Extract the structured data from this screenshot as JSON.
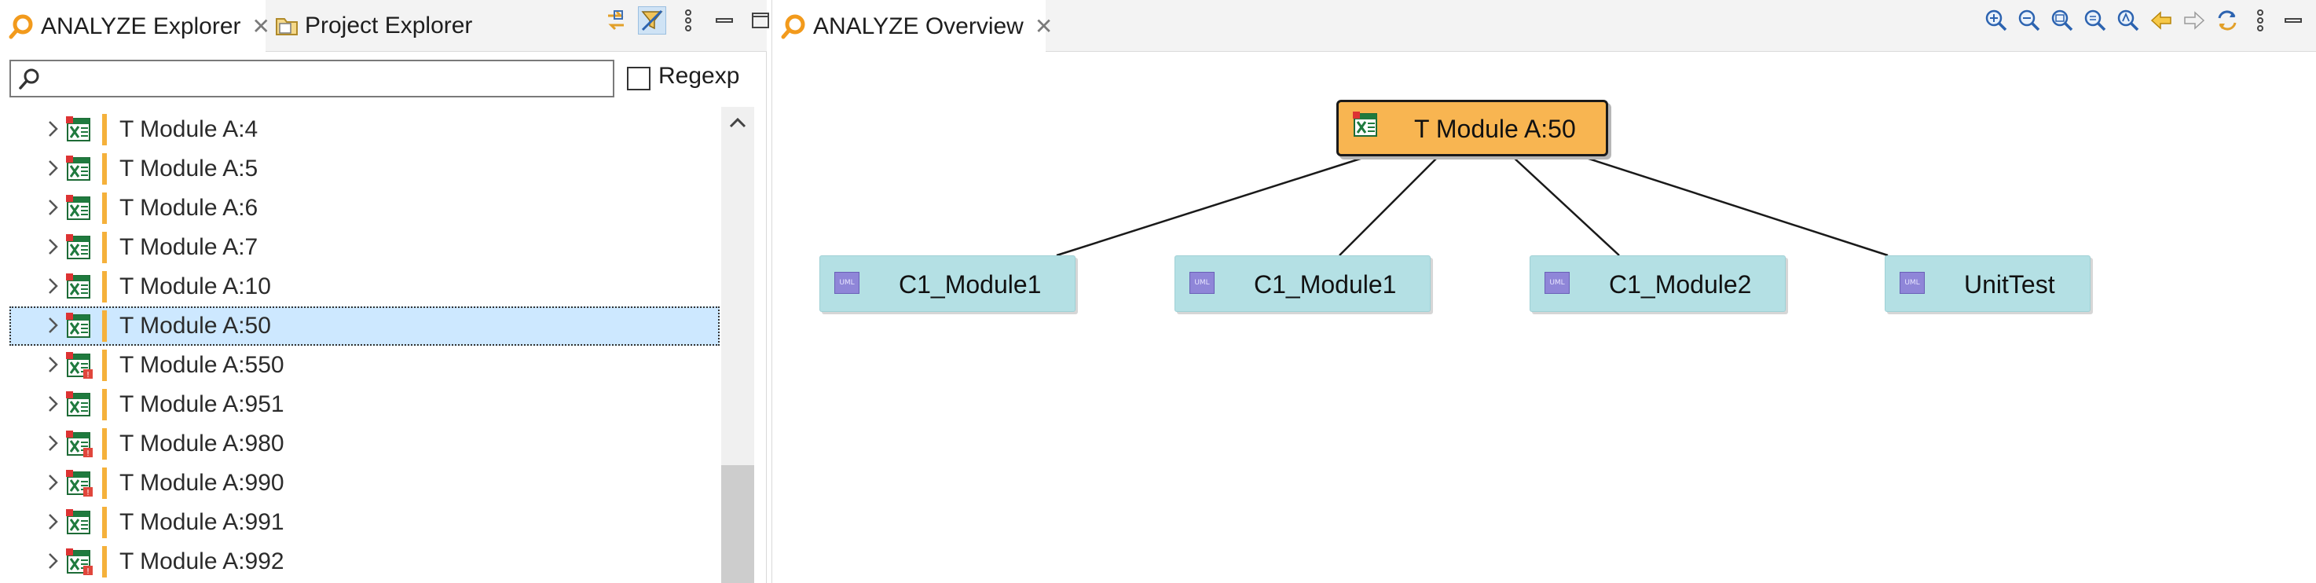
{
  "left_view": {
    "tabs": [
      {
        "label": "ANALYZE Explorer",
        "active": true,
        "icon": "analyze-icon"
      },
      {
        "label": "Project Explorer",
        "active": false,
        "icon": "project-folder-icon"
      }
    ],
    "filter": {
      "value": "",
      "placeholder": ""
    },
    "regexp_label": "Regexp",
    "tree_items": [
      {
        "label": "T Module A:4",
        "icon": "excel-module-icon",
        "selected": false
      },
      {
        "label": "T Module A:5",
        "icon": "excel-module-icon",
        "selected": false
      },
      {
        "label": "T Module A:6",
        "icon": "excel-module-icon",
        "selected": false
      },
      {
        "label": "T Module A:7",
        "icon": "excel-module-icon",
        "selected": false
      },
      {
        "label": "T Module A:10",
        "icon": "excel-module-icon",
        "selected": false
      },
      {
        "label": "T Module A:50",
        "icon": "excel-module-icon",
        "selected": true
      },
      {
        "label": "T Module A:550",
        "icon": "excel-module-warning-icon",
        "selected": false
      },
      {
        "label": "T Module A:951",
        "icon": "excel-module-icon",
        "selected": false
      },
      {
        "label": "T Module A:980",
        "icon": "excel-module-warning-icon",
        "selected": false
      },
      {
        "label": "T Module A:990",
        "icon": "excel-module-warning-icon",
        "selected": false
      },
      {
        "label": "T Module A:991",
        "icon": "excel-module-icon",
        "selected": false
      },
      {
        "label": "T Module A:992",
        "icon": "excel-module-warning-icon",
        "selected": false
      }
    ]
  },
  "right_view": {
    "tab": {
      "label": "ANALYZE Overview",
      "icon": "analyze-icon"
    },
    "toolbar_icons": [
      "zoom-in-icon",
      "zoom-out-icon",
      "zoom-fit-icon",
      "zoom-reset-icon",
      "zoom-selection-icon",
      "back-icon",
      "forward-icon",
      "refresh-icon"
    ],
    "graph": {
      "root": {
        "label": "T Module A:50",
        "icon": "excel-module-icon"
      },
      "children": [
        {
          "label": "C1_Module1",
          "icon": "uml-icon"
        },
        {
          "label": "C1_Module1",
          "icon": "uml-icon"
        },
        {
          "label": "C1_Module2",
          "icon": "uml-icon"
        },
        {
          "label": "UnitTest",
          "icon": "uml-icon"
        }
      ],
      "uml_icon_text": "UML"
    }
  },
  "colors": {
    "root_node": "#f8b551",
    "child_node": "#b4e0e4",
    "selection": "#cde8ff",
    "tree_bar": "#f5b13b"
  }
}
